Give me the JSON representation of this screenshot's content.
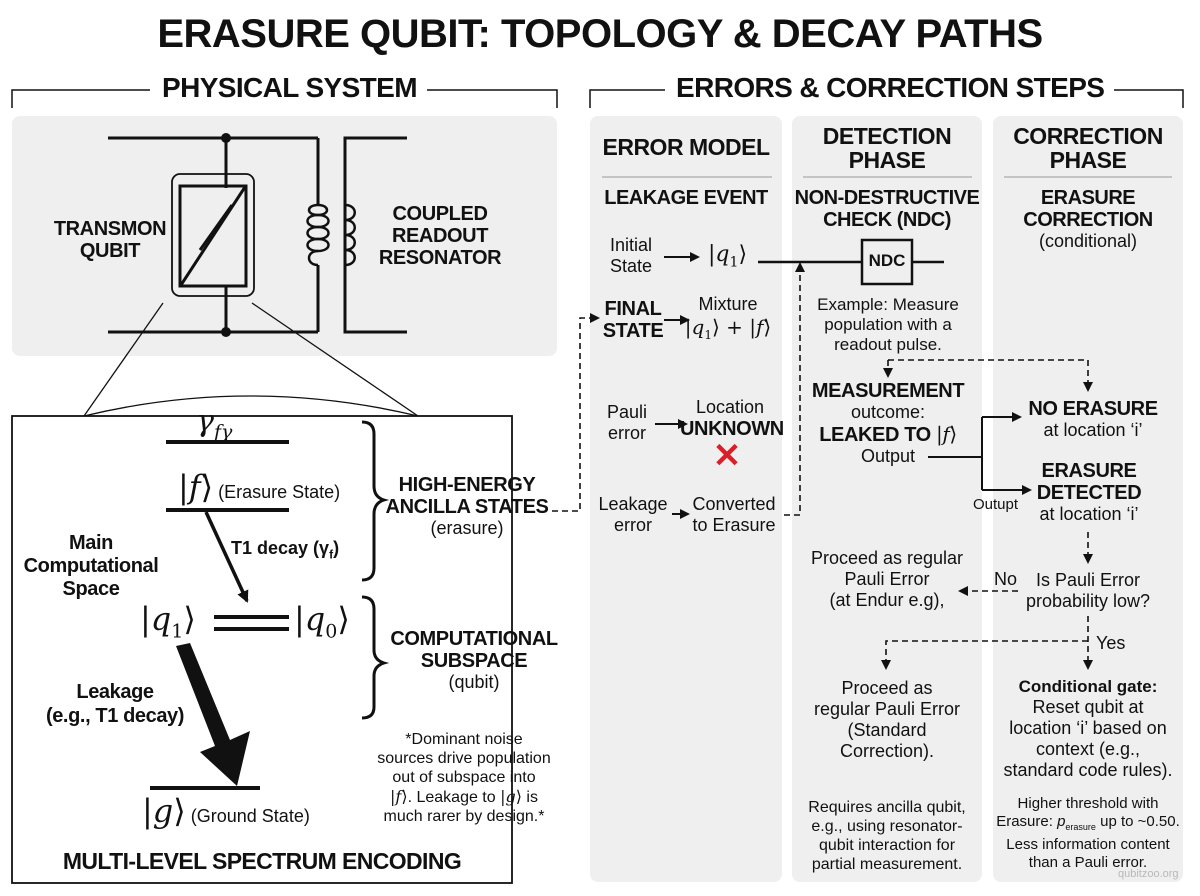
{
  "title": "ERASURE QUBIT: TOPOLOGY & DECAY PATHS",
  "physical_system": {
    "section_title": "PHYSICAL SYSTEM",
    "circuit": {
      "qubit_label_line1": "TRANSMON",
      "qubit_label_line2": "QUBIT",
      "resonator_label_line1": "COUPLED",
      "resonator_label_line2": "READOUT",
      "resonator_label_line3": "RESONATOR"
    },
    "spectrum": {
      "level_top": "γ",
      "level_top_sub": "fγ",
      "level_f_ket": "f",
      "level_f_desc": "(Erasure State)",
      "t1_label": "T1 decay (γ",
      "t1_sub": "f",
      "t1_close": ")",
      "main_space_line1": "Main",
      "main_space_line2": "Computational",
      "main_space_line3": "Space",
      "q1_ket": "q",
      "q1_sub": "1",
      "q0_ket": "q",
      "q0_sub": "0",
      "leakage_line1": "Leakage",
      "leakage_line2": "(e.g., T1 decay)",
      "ground_ket": "g",
      "ground_desc": "(Ground State)",
      "high_energy_line1": "HIGH-ENERGY",
      "high_energy_line2": "ANCILLA STATES",
      "high_energy_line3": "(erasure)",
      "comp_sub_line1": "COMPUTATIONAL",
      "comp_sub_line2": "SUBSPACE",
      "comp_sub_line3": "(qubit)",
      "note_line1": "*Dominant noise",
      "note_line2": "sources drive population",
      "note_line3": "out of subspace into",
      "note_line4_ket_f": "f",
      "note_line4_mid": ". Leakage to ",
      "note_line4_ket_g": "g",
      "note_line4_end": " is",
      "note_line5": "much rarer by design.*",
      "caption": "MULTI-LEVEL SPECTRUM ENCODING"
    }
  },
  "errors_section": {
    "section_title": "ERRORS & CORRECTION STEPS",
    "error_model": {
      "heading": "ERROR MODEL",
      "subheading": "LEAKAGE EVENT",
      "initial_line1": "Initial",
      "initial_line2": "State",
      "initial_ket": "q",
      "initial_sub": "1",
      "final_line1": "FINAL",
      "final_line2": "STATE",
      "mixture_label": "Mixture",
      "mixture_ket": "q",
      "mixture_sub": "1",
      "mixture_plus": "+",
      "mixture_f": "f",
      "pauli_line1": "Pauli",
      "pauli_line2": "error",
      "location_line1": "Location",
      "location_line2": "UNKNOWN",
      "x_mark": "✕",
      "leak_line1": "Leakage",
      "leak_line2": "error",
      "converted_line1": "Converted",
      "converted_line2": "to Erasure"
    },
    "detection": {
      "heading_line1": "DETECTION",
      "heading_line2": "PHASE",
      "sub_line1": "NON-DESTRUCTIVE",
      "sub_line2": "CHECK (NDC)",
      "ndc_box": "NDC",
      "example_line1": "Example: Measure",
      "example_line2": "population with a",
      "example_line3": "readout pulse.",
      "meas_line1": "MEASUREMENT",
      "meas_line2": "outcome:",
      "meas_line3": "LEAKED TO",
      "meas_ket": "f",
      "meas_line4": "Output",
      "output_label": "Outupt",
      "proceed1_line1": "Proceed as regular",
      "proceed1_line2": "Pauli Error",
      "proceed1_line3": "(at Endur e.g),",
      "no_label": "No",
      "proceed2_line1": "Proceed as",
      "proceed2_line2": "regular Pauli Error",
      "proceed2_line3": "(Standard",
      "proceed2_line4": "Correction).",
      "req_line1": "Requires ancilla qubit,",
      "req_line2": "e.g., using resonator-",
      "req_line3": "qubit interaction for",
      "req_line4": "partial measurement."
    },
    "correction": {
      "heading_line1": "CORRECTION",
      "heading_line2": "PHASE",
      "sub_line1": "ERASURE",
      "sub_line2": "CORRECTION",
      "sub_line3": "(conditional)",
      "no_erasure": "NO ERASURE",
      "no_erasure_loc": "at location ‘i’",
      "erasure_line1": "ERASURE",
      "erasure_line2": "DETECTED",
      "erasure_loc": "at location ‘i’",
      "question_line1": "Is Pauli Error",
      "question_line2": "probability low?",
      "yes_label": "Yes",
      "gate_title": "Conditional gate:",
      "gate_line1": "Reset qubit at",
      "gate_line2": "location ‘i’ based on",
      "gate_line3": "context (e.g.,",
      "gate_line4": "standard code rules).",
      "thresh_line1": "Higher threshold with",
      "thresh_line2a": "Erasure: ",
      "thresh_p": "p",
      "thresh_sub": "erasure",
      "thresh_line2b": " up to ~0.50.",
      "thresh_line3": "Less information content",
      "thresh_line4": "than a Pauli error."
    },
    "watermark": "qubitzoo.org"
  },
  "colors": {
    "panel_bg": "#efefef",
    "ink": "#111111",
    "error_x": "#d9202a"
  }
}
